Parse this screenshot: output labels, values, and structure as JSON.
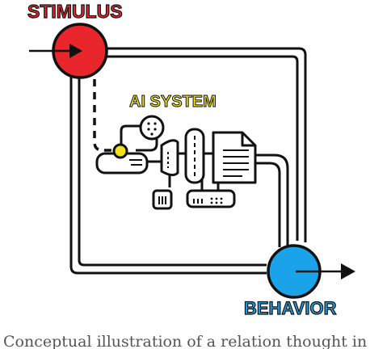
{
  "labels": {
    "stimulus": "STIMULUS",
    "ai_system": "AI SYSTEM",
    "behavior": "BEHAVIOR"
  },
  "caption": "Conceptual illustration of a relation thought in AI",
  "colors": {
    "stimulus": "#e8262b",
    "behavior": "#1aa3e8",
    "ai_system_text": "#f5e01c",
    "connector_dot": "#f5e01c",
    "line": "#111111",
    "background": "#ffffff"
  },
  "icons": [
    "arrow-right-icon",
    "arrow-right-icon"
  ]
}
